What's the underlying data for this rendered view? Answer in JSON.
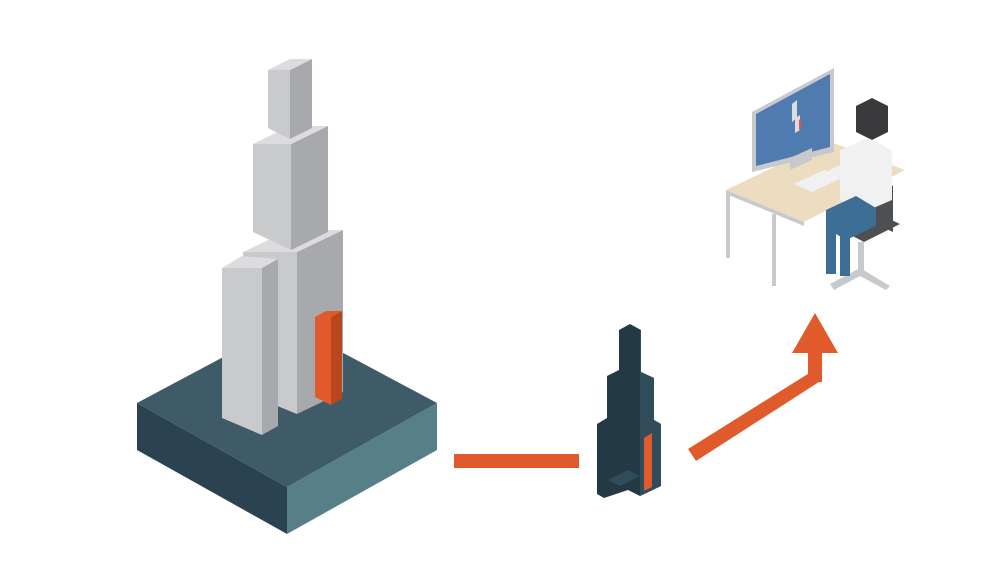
{
  "diagram": {
    "nodes": [
      {
        "id": "building-model",
        "icon": "isometric-skyscraper-on-base-icon"
      },
      {
        "id": "building-silhouette",
        "icon": "skyscraper-silhouette-icon"
      },
      {
        "id": "workstation",
        "icon": "person-at-computer-desk-icon"
      }
    ],
    "edges": [
      {
        "from": "building-model",
        "to": "building-silhouette",
        "style": "line"
      },
      {
        "from": "building-silhouette",
        "to": "workstation",
        "style": "arrow"
      }
    ]
  },
  "colors": {
    "base_top": "#3f5b68",
    "base_left": "#2b4250",
    "base_right": "#577f87",
    "tower_front": "#c9cacc",
    "tower_side": "#a7a9ac",
    "tower_top": "#dcdcde",
    "accent": "#e05a2b",
    "accent_dark": "#b8461f",
    "silhouette": "#233a45",
    "silhouette_light": "#2f4c58",
    "desk_top": "#ecdcc0",
    "desk_leg": "#c8c9cb",
    "monitor_screen": "#4f7bb1",
    "chair": "#4d4f52",
    "shirt": "#f1f1f2",
    "pants": "#3c6e96",
    "hair": "#3a3a3c"
  }
}
